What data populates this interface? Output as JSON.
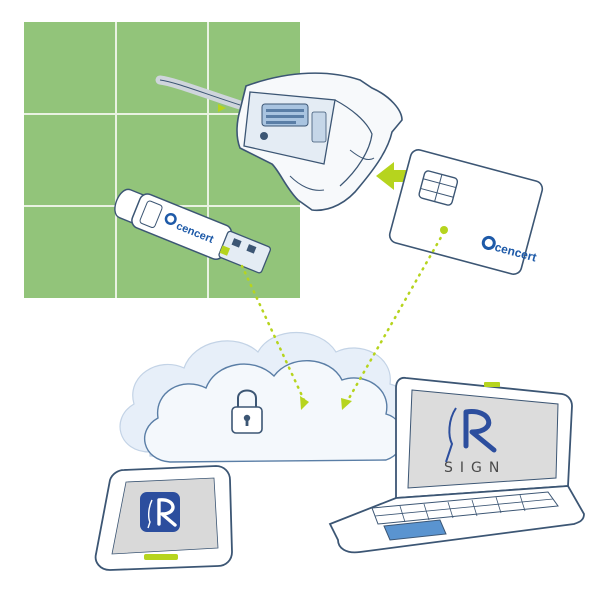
{
  "colors": {
    "grid_green": "#92c47a",
    "grid_line": "#e9f2e2",
    "cloud_fill": "#eef4fb",
    "cloud_stroke": "#5a7ea6",
    "accent_lime": "#b6d41e",
    "device_stroke": "#3c5674",
    "brand_blue": "#1e5aa8",
    "screen_gray": "#d9d9d9",
    "app_blue": "#2c4e9e"
  },
  "card": {
    "brand": "cencert"
  },
  "usb_token": {
    "brand": "cencert"
  },
  "laptop": {
    "logo_letter": "R",
    "logo_caption": "SIGN"
  },
  "phone": {
    "app_letter": "R"
  },
  "icons": {
    "cloud": "cloud-icon",
    "lock": "padlock-icon",
    "card_reader": "card-reader-icon",
    "smart_card": "smart-card-icon",
    "usb_token": "usb-token-icon",
    "laptop": "laptop-icon",
    "phone": "phone-icon"
  }
}
